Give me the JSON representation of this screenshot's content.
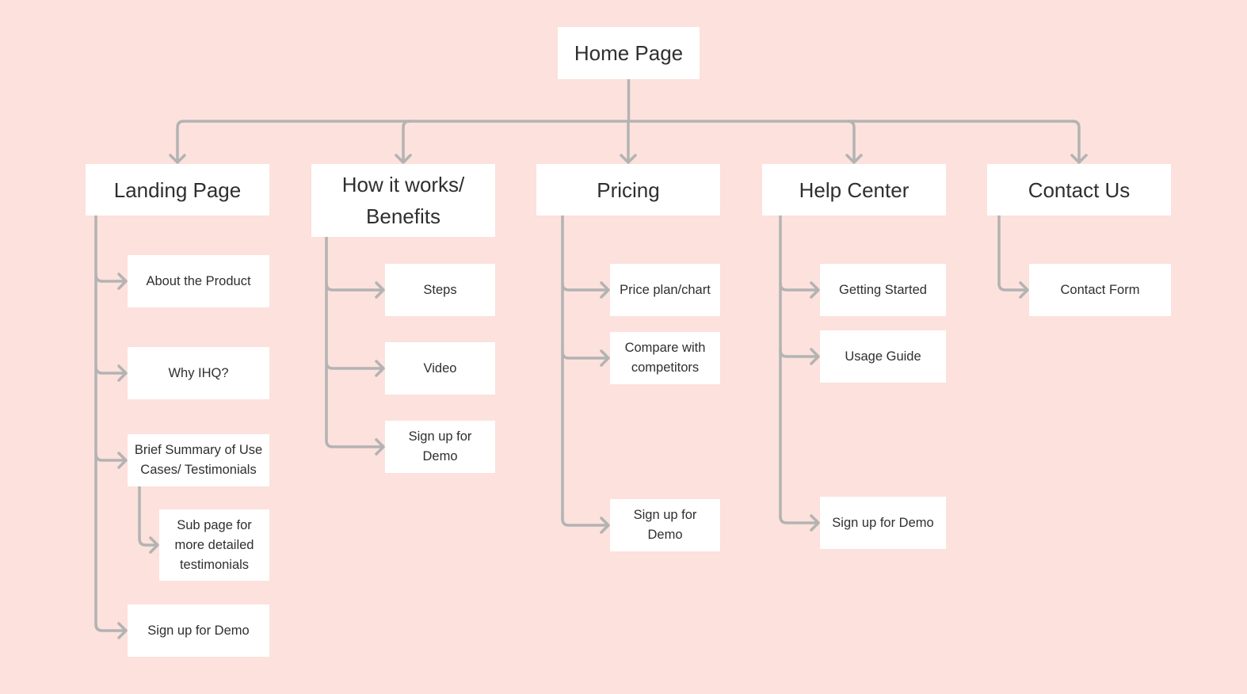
{
  "root": {
    "id": "home",
    "label": "Home Page"
  },
  "sections": [
    {
      "id": "landing",
      "label": "Landing Page",
      "children": [
        {
          "id": "about",
          "label": "About the Product"
        },
        {
          "id": "why",
          "label": "Why IHQ?"
        },
        {
          "id": "summary",
          "label": "Brief Summary of Use Cases/ Testimonials",
          "children": [
            {
              "id": "subpage",
              "label": "Sub page for more detailed testimonials"
            }
          ]
        },
        {
          "id": "landing-demo",
          "label": "Sign up for Demo"
        }
      ]
    },
    {
      "id": "how",
      "label": "How it works/ Benefits",
      "children": [
        {
          "id": "steps",
          "label": "Steps"
        },
        {
          "id": "video",
          "label": "Video"
        },
        {
          "id": "how-demo",
          "label": "Sign up for Demo"
        }
      ]
    },
    {
      "id": "pricing",
      "label": "Pricing",
      "children": [
        {
          "id": "price-plan",
          "label": "Price plan/chart"
        },
        {
          "id": "compare",
          "label": "Compare with competitors"
        },
        {
          "id": "pricing-demo",
          "label": "Sign up for Demo"
        }
      ]
    },
    {
      "id": "help",
      "label": "Help Center",
      "children": [
        {
          "id": "getting-started",
          "label": "Getting Started"
        },
        {
          "id": "usage",
          "label": "Usage Guide"
        },
        {
          "id": "help-demo",
          "label": "Sign up for Demo"
        }
      ]
    },
    {
      "id": "contact",
      "label": "Contact Us",
      "children": [
        {
          "id": "contact-form",
          "label": "Contact Form"
        }
      ]
    }
  ]
}
